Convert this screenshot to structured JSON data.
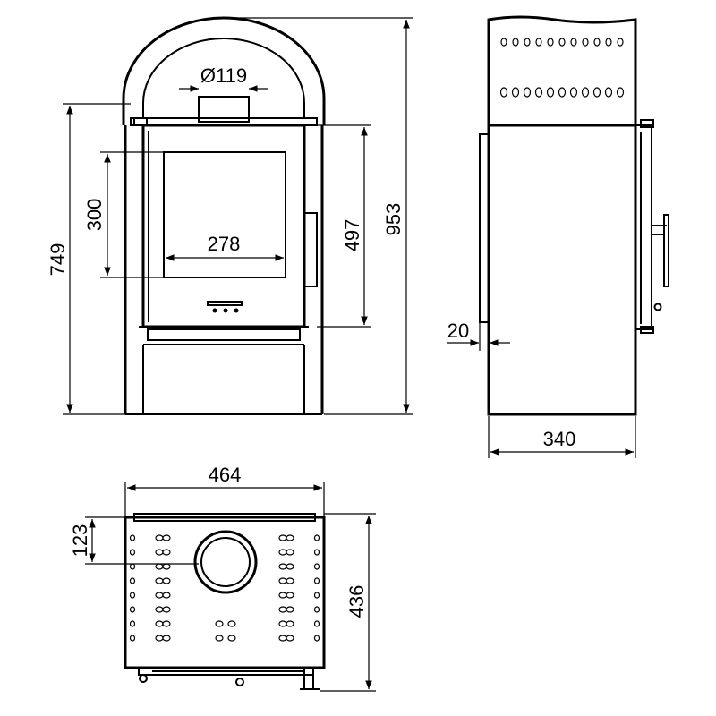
{
  "dimensions": {
    "flue_diameter": "Ø119",
    "window_height": "300",
    "window_width": "278",
    "door_height": "497",
    "total_height": "953",
    "side_height": "749",
    "door_offset": "20",
    "depth": "340",
    "width": "464",
    "flue_offset": "123",
    "top_depth": "436"
  },
  "colors": {
    "line": "#000000",
    "background": "#ffffff"
  }
}
